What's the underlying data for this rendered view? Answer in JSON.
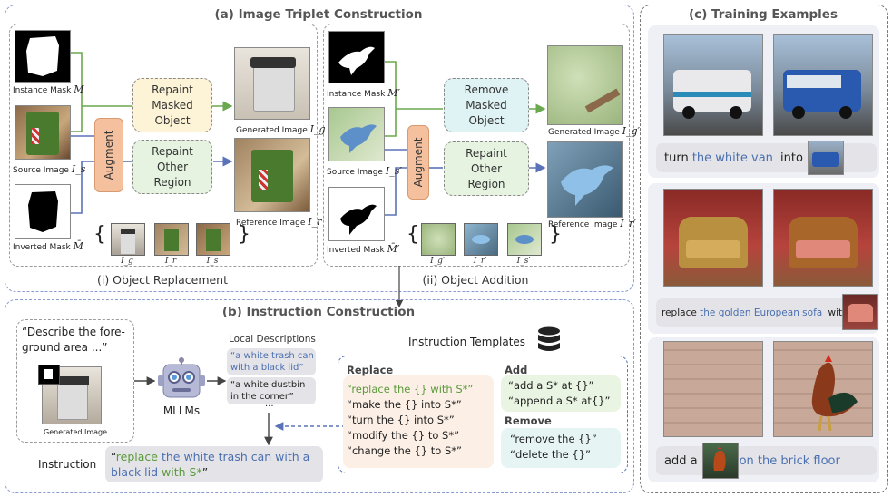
{
  "panel_a": {
    "title": "(a) Image Triplet Construction",
    "left": {
      "caption": "(i) Object Replacement",
      "mask_label": "Instance Mask",
      "mask_sym": "M",
      "source_label": "Source Image",
      "source_sym": "I_s",
      "inv_label": "Inverted Mask",
      "inv_sym": "M̄",
      "augment": "Augment",
      "box1": "Repaint\nMasked\nObject",
      "box2": "Repaint\nOther\nRegion",
      "gen_label": "Generated Image",
      "gen_sym": "I_g",
      "ref_label": "Reference Image",
      "ref_sym": "I_r",
      "thumbs": [
        "I_g",
        "I_r",
        "I_s"
      ]
    },
    "right": {
      "caption": "(ii) Object Addition",
      "mask_label": "Instance Mask",
      "mask_sym": "M′",
      "source_label": "Source Image",
      "source_sym": "I_s′",
      "inv_label": "Inverted Mask",
      "inv_sym": "M̄′",
      "augment": "Augment",
      "box1": "Remove\nMasked\nObject",
      "box2": "Repaint\nOther\nRegion",
      "gen_label": "Generated Image",
      "gen_sym": "I_g′",
      "ref_label": "Reference Image",
      "ref_sym": "I_r′",
      "thumbs": [
        "I_g′",
        "I_r′",
        "I_s′"
      ]
    }
  },
  "panel_b": {
    "title": "(b) Instruction Construction",
    "prompt": "“Describe the fore-\nground area ...”",
    "gen_label": "Generated Image",
    "mllm": "MLLMs",
    "local_title": "Local Descriptions",
    "desc1": "“a white trash can with a black lid”",
    "desc2": "“a white dustbin in the corner”",
    "desc_more": "...",
    "templates_title": "Instruction Templates",
    "replace_title": "Replace",
    "replace_items": [
      "“replace the {} with S*”",
      "“make the {} into S*”",
      "“turn the {} into S*”",
      "“modify the {} to S*”",
      "“change the {} to S*”"
    ],
    "add_title": "Add",
    "add_items": [
      "“add a S* at {}”",
      "“append a S* at{}”"
    ],
    "remove_title": "Remove",
    "remove_items": [
      "“remove the {}”",
      "“delete the {}”"
    ],
    "instruction_label": "Instruction",
    "instruction_q1": "“",
    "instruction_verb": "replace",
    "instruction_obj": " the white trash can with a black lid",
    "instruction_with": " with",
    "instruction_s": " S*",
    "instruction_q2": "”"
  },
  "panel_c": {
    "title": "(c) Training Examples",
    "ex1": {
      "pre": "turn ",
      "obj": "the white van",
      "post": " into"
    },
    "ex2": {
      "pre": "replace ",
      "obj": "the golden European sofa",
      "post": " with"
    },
    "ex3": {
      "pre": "add a",
      "post": "on the brick floor"
    }
  }
}
